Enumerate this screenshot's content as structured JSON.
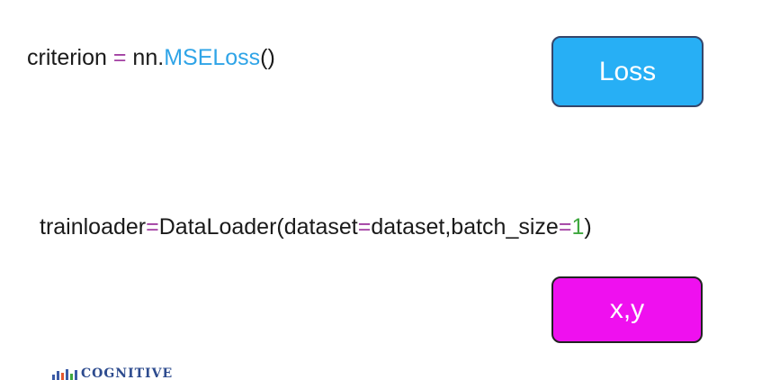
{
  "code": {
    "line1": [
      {
        "text": "criterion ",
        "kind": "plain"
      },
      {
        "text": "=",
        "kind": "op"
      },
      {
        "text": " nn.",
        "kind": "plain"
      },
      {
        "text": "MSELoss",
        "kind": "fn"
      },
      {
        "text": "()",
        "kind": "plain"
      }
    ],
    "line2": [
      {
        "text": "trainloader",
        "kind": "plain"
      },
      {
        "text": "=",
        "kind": "op"
      },
      {
        "text": "DataLoader(dataset",
        "kind": "plain"
      },
      {
        "text": "=",
        "kind": "op"
      },
      {
        "text": "dataset,batch_size",
        "kind": "plain"
      },
      {
        "text": "=",
        "kind": "op"
      },
      {
        "text": "1",
        "kind": "num"
      },
      {
        "text": ")",
        "kind": "plain"
      }
    ]
  },
  "boxes": {
    "loss": {
      "label": "Loss",
      "color": "#27aff5"
    },
    "xy": {
      "label": "x,y",
      "color": "#ef10ef"
    }
  },
  "logo": {
    "text": "COGNITIVE"
  },
  "colors": {
    "operator": "#a23fa2",
    "function": "#2fa4e7",
    "number": "#3fa83f"
  }
}
